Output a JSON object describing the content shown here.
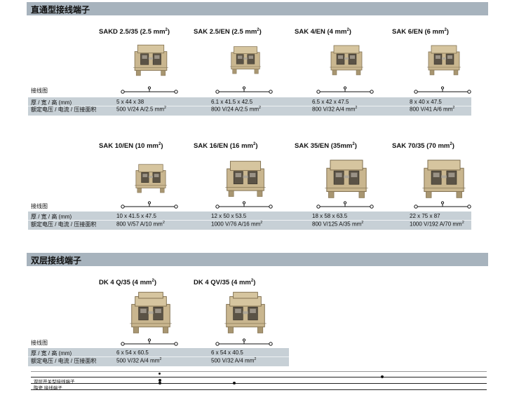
{
  "sections": {
    "straight": "直通型接线端子",
    "double": "双层接线端子"
  },
  "labels": {
    "wiring": "接线图",
    "dims": "厚 / 宽 / 高 (mm)",
    "rating": "额定电压 / 电流 / 压接面积"
  },
  "row1": [
    {
      "name": "SAKD 2.5/35 (2.5 mm",
      "sup": "2",
      "close": ")",
      "dims": "5 x 44 x 38",
      "rating": "500 V/24 A/2.5 mm",
      "rsup": "2"
    },
    {
      "name": "SAK 2.5/EN (2.5 mm",
      "sup": "2",
      "close": ")",
      "dims": "6.1 x 41.5 x 42.5",
      "rating": "800 V/24 A/2.5 mm",
      "rsup": "2"
    },
    {
      "name": "SAK 4/EN (4 mm",
      "sup": "2",
      "close": ")",
      "dims": "6.5 x 42 x 47.5",
      "rating": "800 V/32 A/4 mm",
      "rsup": "2"
    },
    {
      "name": "SAK 6/EN (6 mm",
      "sup": "2",
      "close": ")",
      "dims": "8 x 40 x 47.5",
      "rating": "800 V/41 A/6 mm",
      "rsup": "2"
    }
  ],
  "row2": [
    {
      "name": "SAK 10/EN (10 mm",
      "sup": "2",
      "close": ")",
      "dims": "10 x 41.5 x 47.5",
      "rating": "800 V/57 A/10 mm",
      "rsup": "2"
    },
    {
      "name": "SAK 16/EN (16 mm",
      "sup": "2",
      "close": ")",
      "dims": "12 x 50 x 53.5",
      "rating": "1000 V/76 A/16 mm",
      "rsup": "2"
    },
    {
      "name": "SAK 35/EN (35mm",
      "sup": "2",
      "close": ")",
      "dims": "18 x 58 x 63.5",
      "rating": "800 V/125 A/35 mm",
      "rsup": "2"
    },
    {
      "name": "SAK 70/35 (70 mm",
      "sup": "2",
      "close": ")",
      "dims": "22 x 75 x 87",
      "rating": "1000 V/192 A/70 mm",
      "rsup": "2"
    }
  ],
  "row3": [
    {
      "name": "DK 4 Q/35 (4 mm",
      "sup": "2",
      "close": ")",
      "dims": "6 x 54 x 60.5",
      "rating": "500 V/32 A/4 mm",
      "rsup": "2"
    },
    {
      "name": "DK 4 QV/35 (4 mm",
      "sup": "2",
      "close": ")",
      "dims": "6 x 54 x 40.5",
      "rating": "500 V/32 A/4 mm",
      "rsup": "2"
    }
  ],
  "footer": {
    "row_a": "双层开关型接线端子",
    "row_b": "陶瓷 接线端子"
  },
  "colors": {
    "band": "#a7b3bd",
    "spec": "#c7d0d6",
    "terminal": "#c9b68f"
  }
}
